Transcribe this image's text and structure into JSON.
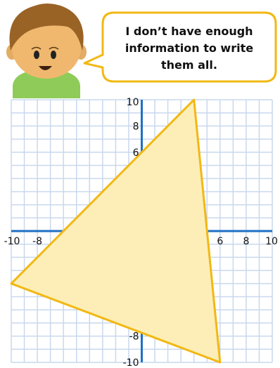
{
  "speech_bubble": {
    "lines": [
      "I don’t have enough",
      "information to write",
      "them all."
    ]
  },
  "graph": {
    "x_range": [
      -10,
      10
    ],
    "y_range": [
      -10,
      10
    ],
    "grid_step": 2,
    "x_tick_labels": [
      {
        "value": -10,
        "text": "-10"
      },
      {
        "value": -8,
        "text": "-8"
      },
      {
        "value": 6,
        "text": "6"
      },
      {
        "value": 8,
        "text": "8"
      },
      {
        "value": 10,
        "text": "10"
      }
    ],
    "y_tick_labels": [
      {
        "value": 10,
        "text": "10"
      },
      {
        "value": 8,
        "text": "8"
      },
      {
        "value": 6,
        "text": "6"
      },
      {
        "value": -8,
        "text": "-8"
      },
      {
        "value": -10,
        "text": "-10"
      }
    ],
    "triangle_vertices": [
      [
        4,
        10
      ],
      [
        -10,
        -4
      ],
      [
        6,
        -10
      ]
    ],
    "colors": {
      "grid": "#c9d8ee",
      "axes": "#1f6fc5",
      "triangle_fill": "#fdeeb8",
      "triangle_stroke": "#f2b813",
      "bubble_stroke": "#f2b813"
    }
  }
}
